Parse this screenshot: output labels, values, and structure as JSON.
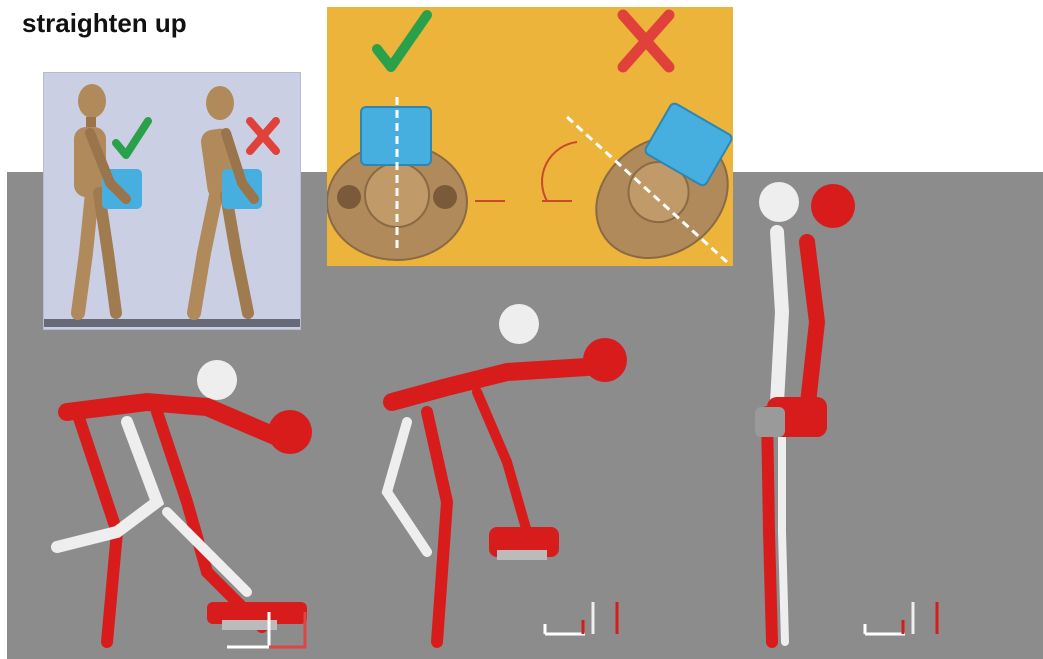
{
  "heading": {
    "text": "straighten up"
  },
  "colors": {
    "scene_background": "#8c8c8c",
    "panel_side_background": "#cbcfe4",
    "panel_top_background": "#ecb43a",
    "check_color": "#2ba04a",
    "cross_color": "#e0413a",
    "muscle_red": "#d81c1c",
    "bone_white": "#eeeeee",
    "mannequin_wood": "#b08a5b",
    "box_blue": "#47aee0"
  },
  "icons": {
    "side_panel": [
      "check-icon",
      "cross-icon"
    ],
    "top_panel": [
      "check-icon",
      "cross-icon",
      "angle-arc-icon"
    ]
  },
  "figures": {
    "side_panel": [
      "mannequin-upright-carrying-box",
      "mannequin-leaning-carrying-box"
    ],
    "top_panel": [
      "mannequin-topview-aligned",
      "mannequin-topview-twisted"
    ],
    "scene": [
      "skeleton-deep-squat-lift",
      "skeleton-bent-over-lift",
      "skeleton-standing-upright"
    ]
  }
}
